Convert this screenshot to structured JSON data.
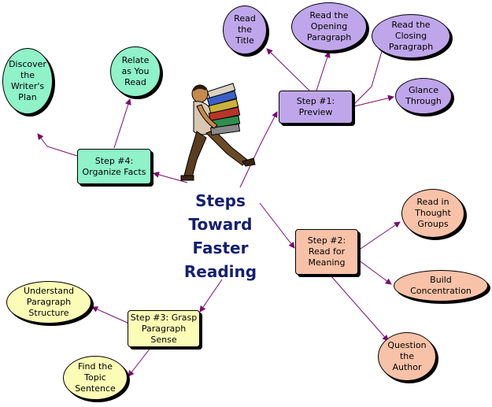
{
  "colors": {
    "purple": "#bfa6ea",
    "green": "#8ff2c9",
    "yellow": "#fbfcb5",
    "salmon": "#f8c2a8",
    "title": "#14206e",
    "edge": "#7a0a6f"
  },
  "central": {
    "title": "Steps\nToward\nFaster\nReading",
    "illustration": "person-carrying-books-illustration"
  },
  "steps": {
    "preview": "Step #1:\nPreview",
    "meaning": "Step #2:\nRead for\nMeaning",
    "paragraph": "Step #3: Grasp\nParagraph\nSense",
    "organize": "Step #4:\nOrganize Facts"
  },
  "leaves": {
    "read_title": "Read\nthe\nTitle",
    "opening": "Read the\nOpening\nParagraph",
    "closing": "Read the\nClosing\nParagraph",
    "glance": "Glance\nThrough",
    "thought_groups": "Read in\nThought\nGroups",
    "concentration": "Build\nConcentration",
    "question_author": "Question\nthe\nAuthor",
    "understand_structure": "Understand\nParagraph\nStructure",
    "topic_sentence": "Find the\nTopic\nSentence",
    "writers_plan": "Discover\nthe\nWriter's\nPlan",
    "relate": "Relate\nas You\nRead"
  }
}
